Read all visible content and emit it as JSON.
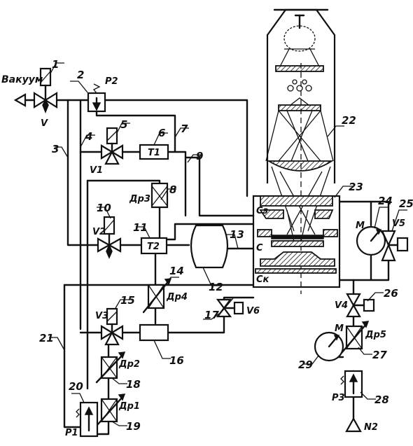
{
  "diagram": {
    "labels": {
      "vacuum": "Вакуум",
      "V": "V",
      "P2": "P2",
      "V1": "V1",
      "T1": "T1",
      "V2": "V2",
      "T2": "T2",
      "Dr3": "Др3",
      "Dr4": "Др4",
      "V3": "V3",
      "Dr2": "Др2",
      "Dr1": "Др1",
      "P1": "P1",
      "V6": "V6",
      "V4": "V4",
      "V5": "V5",
      "Dr5": "Др5",
      "P3": "P3",
      "N2": "N2",
      "M_top": "M",
      "M_bottom": "M",
      "C_top": "Cз",
      "C_mid": "C",
      "C_bottom": "Cк"
    },
    "numbers": {
      "n1": "1",
      "n2": "2",
      "n3": "3",
      "n4": "4",
      "n5": "5",
      "n6": "6",
      "n7": "7",
      "n8": "8",
      "n9": "9",
      "n10": "10",
      "n11": "11",
      "n12": "12",
      "n13": "13",
      "n14": "14",
      "n15": "15",
      "n16": "16",
      "n17": "17",
      "n18": "18",
      "n19": "19",
      "n20": "20",
      "n21": "21",
      "n22": "22",
      "n23": "23",
      "n24": "24",
      "n25": "25",
      "n26": "26",
      "n27": "27",
      "n28": "28",
      "n29": "29"
    }
  }
}
